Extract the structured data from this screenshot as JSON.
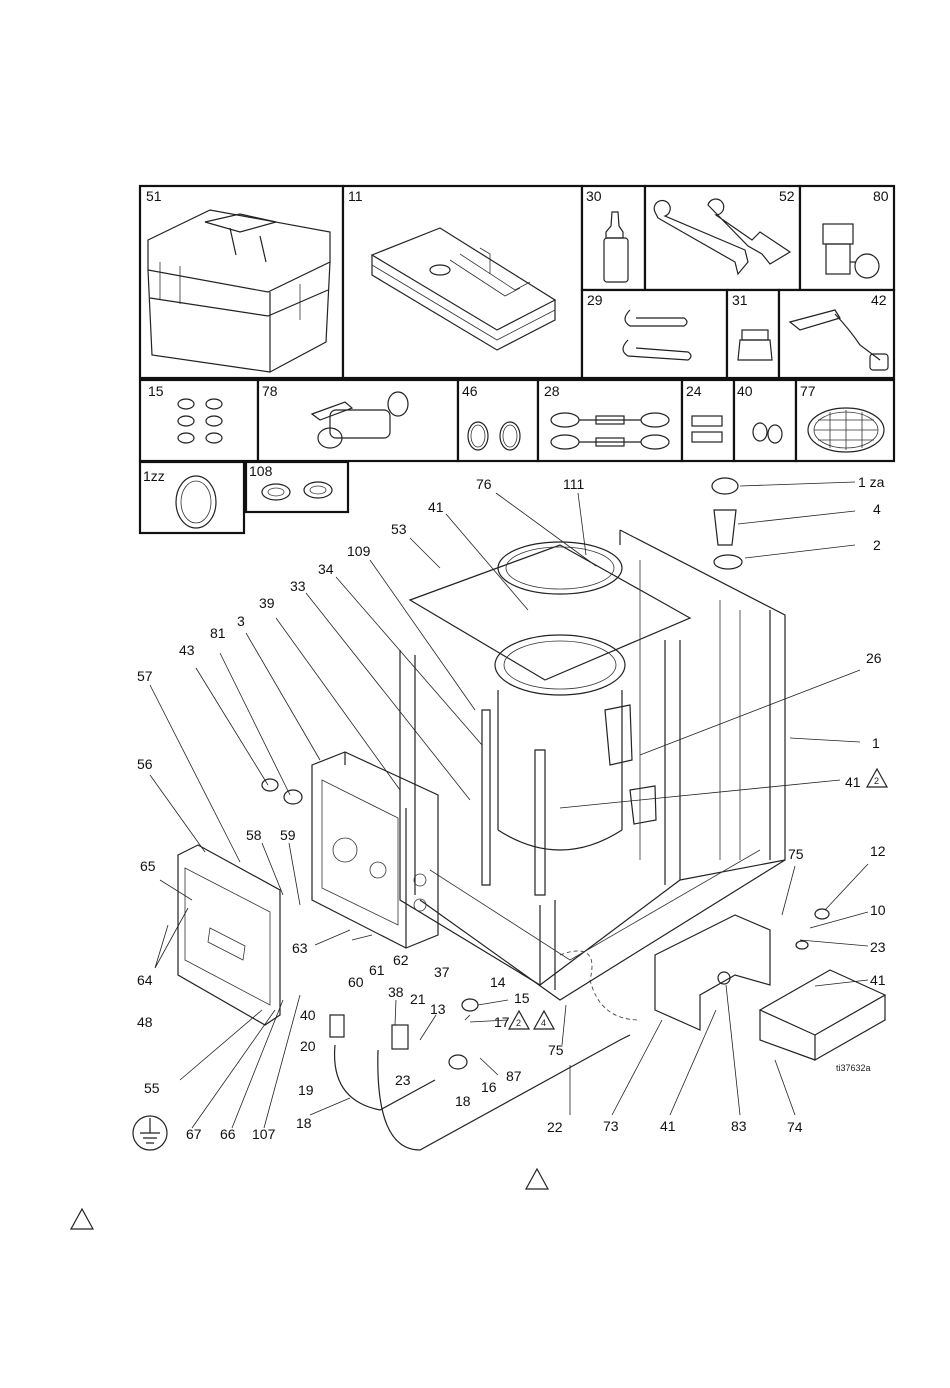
{
  "kit_boxes": [
    {
      "id": "51",
      "label": "51"
    },
    {
      "id": "11",
      "label": "11"
    },
    {
      "id": "30",
      "label": "30"
    },
    {
      "id": "52",
      "label": "52"
    },
    {
      "id": "80",
      "label": "80"
    },
    {
      "id": "29",
      "label": "29"
    },
    {
      "id": "31",
      "label": "31"
    },
    {
      "id": "42",
      "label": "42"
    },
    {
      "id": "15",
      "label": "15"
    },
    {
      "id": "78",
      "label": "78"
    },
    {
      "id": "46",
      "label": "46"
    },
    {
      "id": "28",
      "label": "28"
    },
    {
      "id": "24",
      "label": "24"
    },
    {
      "id": "40",
      "label": "40"
    },
    {
      "id": "77",
      "label": "77"
    },
    {
      "id": "1zz",
      "label": "1zz"
    },
    {
      "id": "108",
      "label": "108"
    }
  ],
  "callouts": [
    "76",
    "111",
    "1 za",
    "4",
    "2",
    "41",
    "53",
    "109",
    "34",
    "33",
    "39",
    "3",
    "81",
    "43",
    "57",
    "26",
    "1",
    "41",
    "56",
    "58",
    "59",
    "65",
    "64",
    "48",
    "63",
    "60",
    "61",
    "62",
    "37",
    "40",
    "38",
    "21",
    "13",
    "14",
    "15",
    "17",
    "20",
    "23",
    "19",
    "18",
    "16",
    "87",
    "75",
    "12",
    "10",
    "23",
    "41",
    "75",
    "55",
    "67",
    "66",
    "107",
    "18",
    "22",
    "73",
    "41",
    "83",
    "74"
  ],
  "note_flags": {
    "flag_2": "2",
    "flag_4": "4"
  },
  "figure_id": "ti37632a",
  "ground_symbol": "ground-icon"
}
